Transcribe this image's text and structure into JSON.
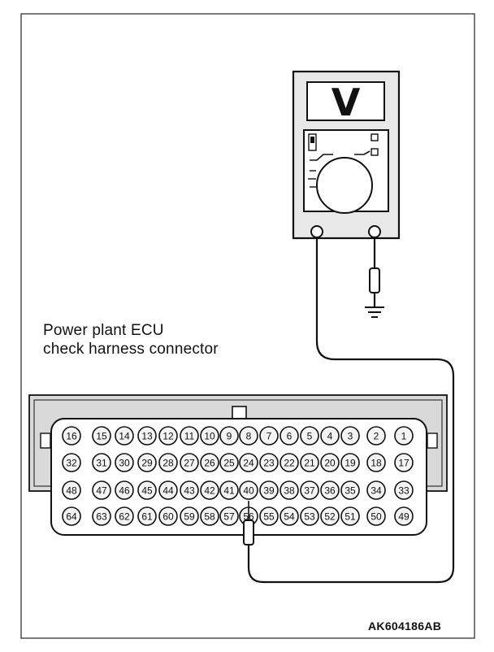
{
  "caption": {
    "line1": "Power plant ECU",
    "line2": "check harness connector"
  },
  "figure_id": "AK604186AB",
  "meter": {
    "display": "V"
  },
  "connector": {
    "rows": [
      [
        "16",
        "15",
        "14",
        "13",
        "12",
        "11",
        "10",
        "9",
        "8",
        "7",
        "6",
        "5",
        "4",
        "3",
        "2",
        "1"
      ],
      [
        "32",
        "31",
        "30",
        "29",
        "28",
        "27",
        "26",
        "25",
        "24",
        "23",
        "22",
        "21",
        "20",
        "19",
        "18",
        "17"
      ],
      [
        "48",
        "47",
        "46",
        "45",
        "44",
        "43",
        "42",
        "41",
        "40",
        "39",
        "38",
        "37",
        "36",
        "35",
        "34",
        "33"
      ],
      [
        "64",
        "63",
        "62",
        "61",
        "60",
        "59",
        "58",
        "57",
        "56",
        "55",
        "54",
        "53",
        "52",
        "51",
        "50",
        "49"
      ]
    ],
    "probe_pin": "56"
  }
}
